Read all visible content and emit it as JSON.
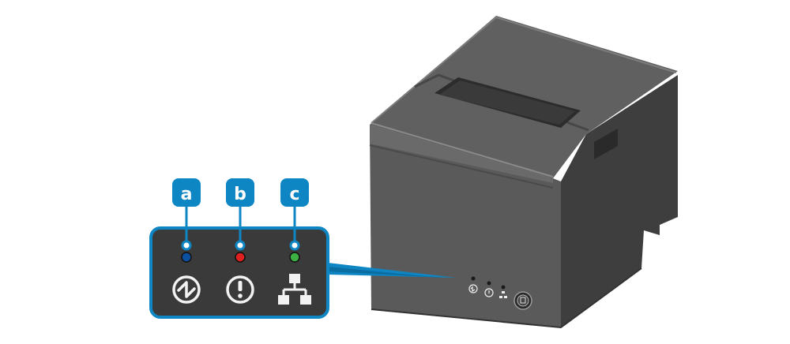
{
  "labels": {
    "a": "a",
    "b": "b",
    "c": "c"
  },
  "indicators": [
    {
      "key": "a",
      "icon": "power-icon",
      "led_color": "#0b4fa0"
    },
    {
      "key": "b",
      "icon": "error-icon",
      "led_color": "#e02020"
    },
    {
      "key": "c",
      "icon": "network-icon",
      "led_color": "#3cb043"
    }
  ],
  "colors": {
    "accent": "#0e86c4",
    "panel": "#3a3a3a",
    "printer_body": "#5c5c5c"
  }
}
